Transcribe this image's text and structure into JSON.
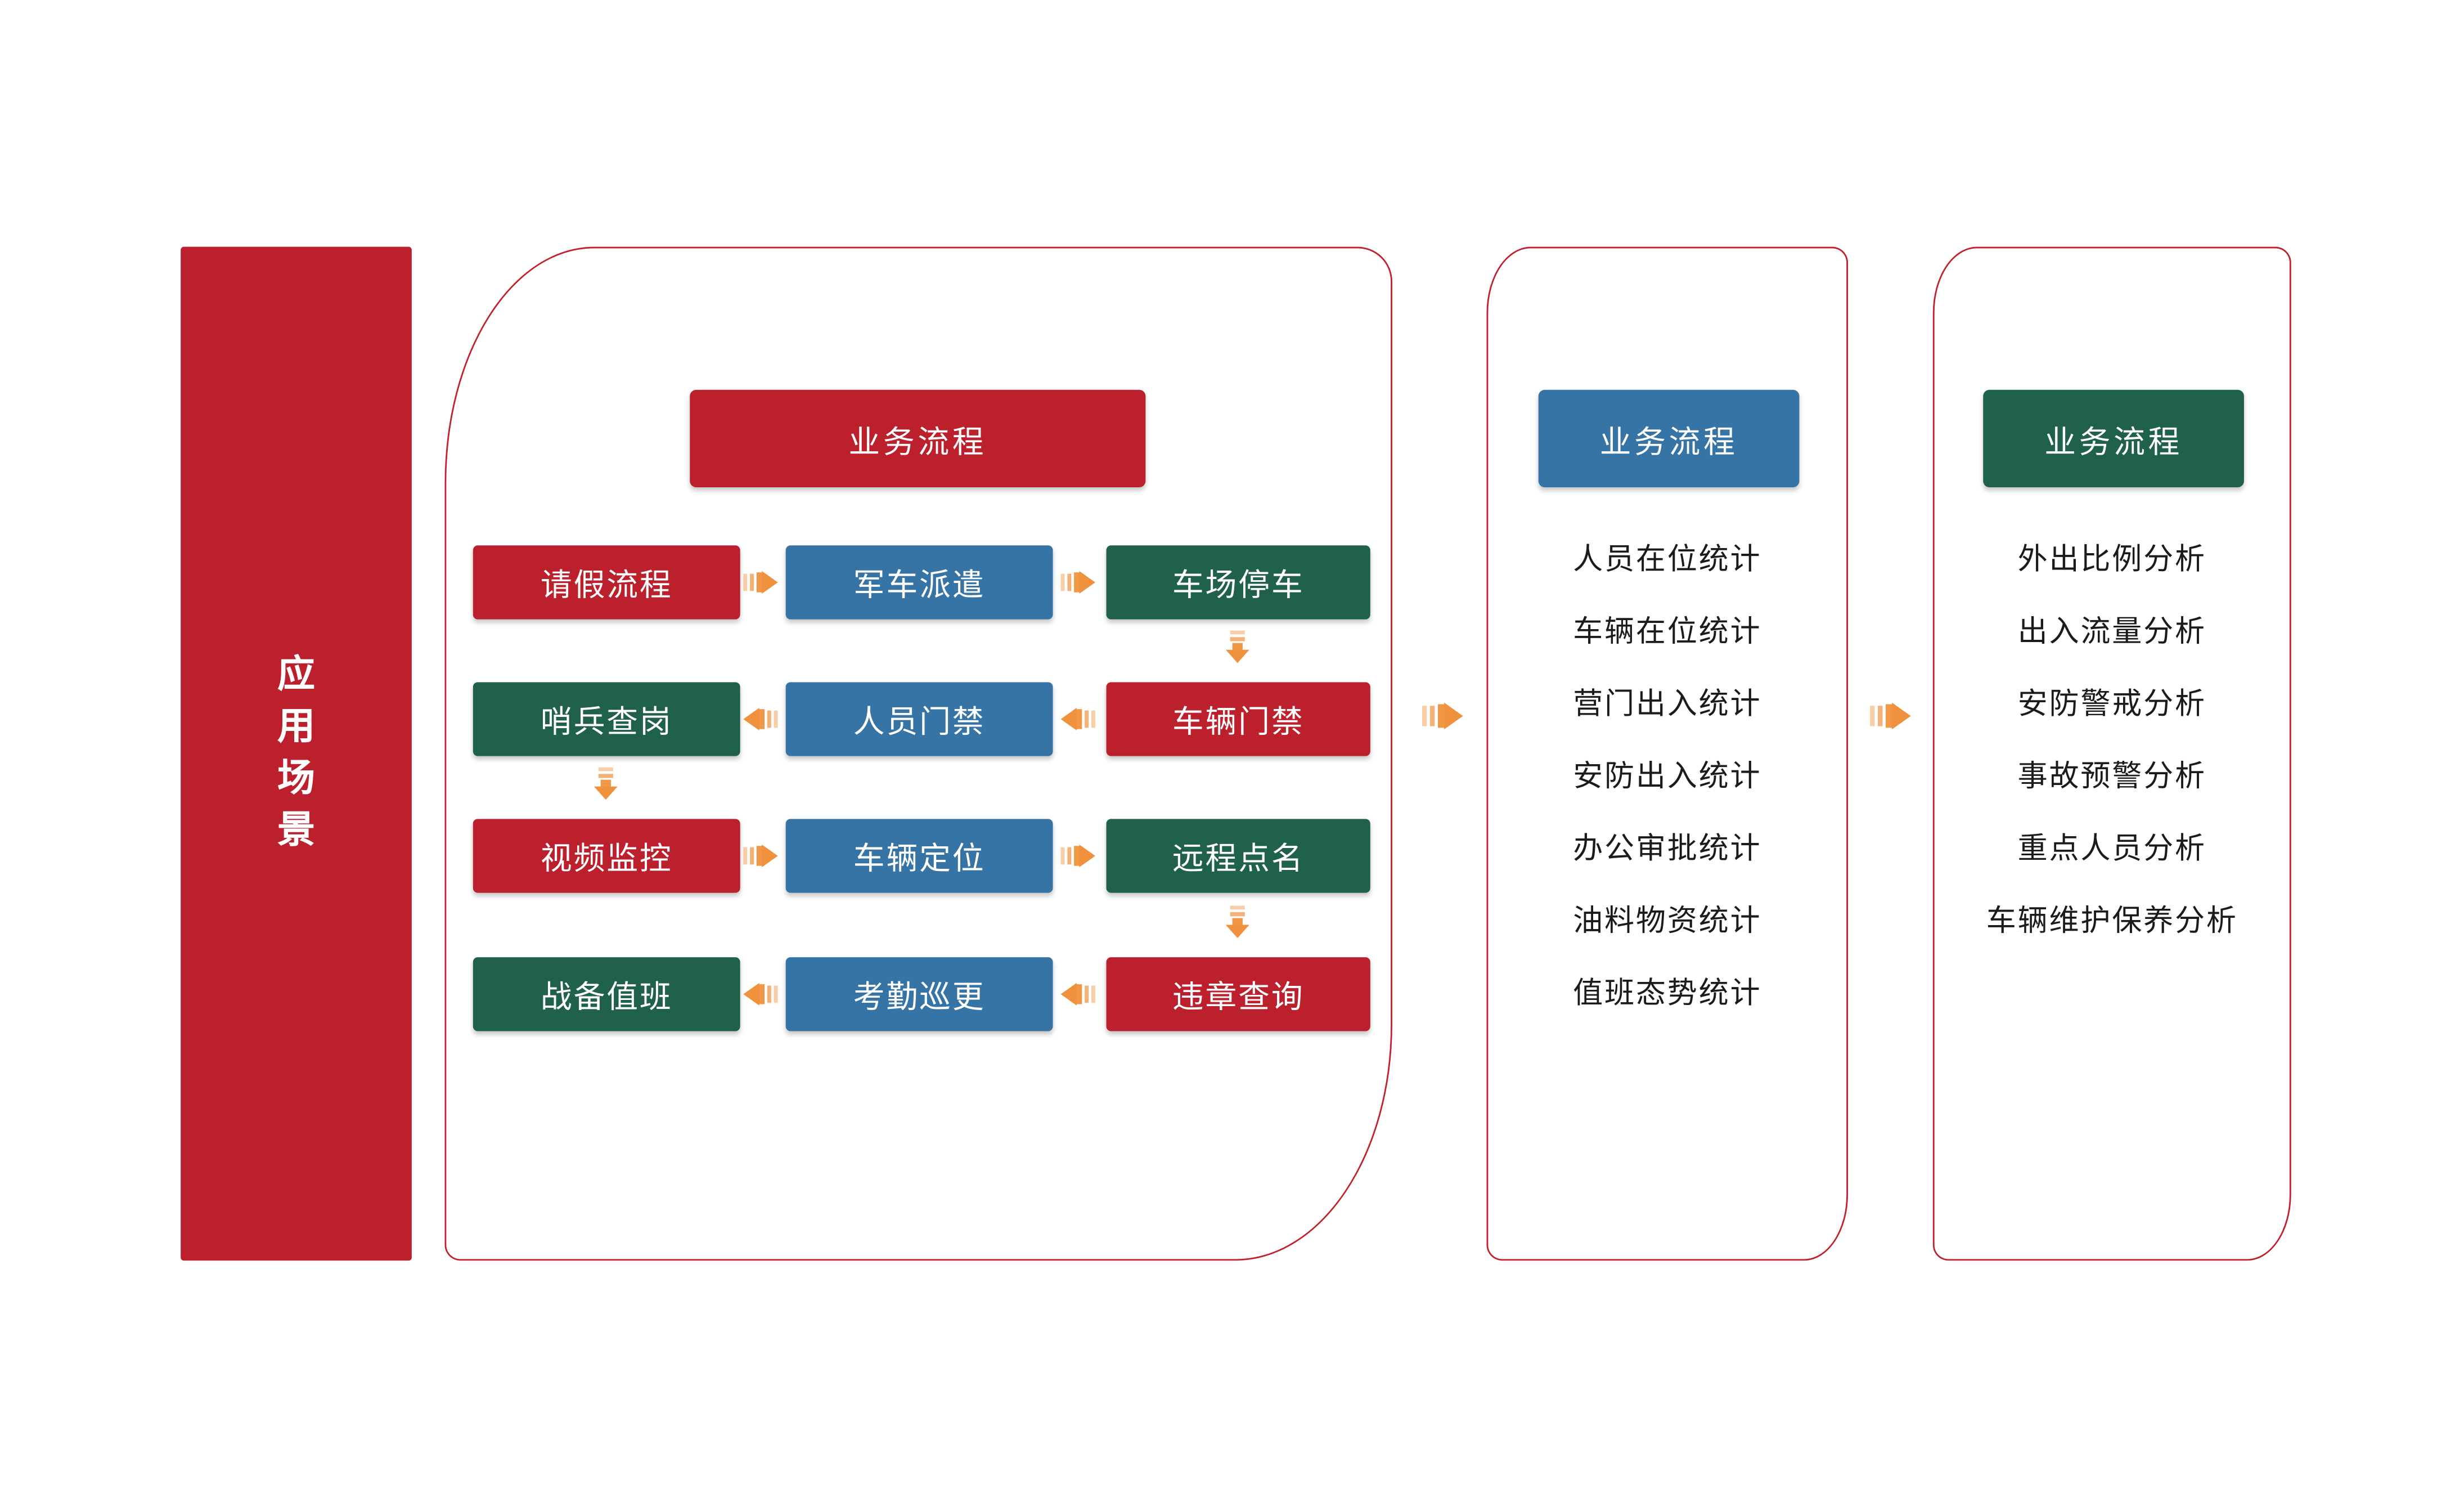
{
  "colors": {
    "red": "#BB202C",
    "green": "#20614A",
    "blue": "#3674A5",
    "orange": "#F0923D",
    "panel-border": "#C1202C",
    "text-dark": "#1B1B1B"
  },
  "banner": {
    "title": "应用场景",
    "chars": [
      "应",
      "用",
      "场",
      "景"
    ]
  },
  "flow_panel": {
    "header": "业务流程",
    "rows": [
      {
        "direction": "right",
        "cells": [
          {
            "label": "请假流程",
            "color": "red"
          },
          {
            "label": "军车派遣",
            "color": "blue"
          },
          {
            "label": "车场停车",
            "color": "green"
          }
        ]
      },
      {
        "direction": "left",
        "cells": [
          {
            "label": "哨兵查岗",
            "color": "green"
          },
          {
            "label": "人员门禁",
            "color": "blue"
          },
          {
            "label": "车辆门禁",
            "color": "red"
          }
        ]
      },
      {
        "direction": "right",
        "cells": [
          {
            "label": "视频监控",
            "color": "red"
          },
          {
            "label": "车辆定位",
            "color": "blue"
          },
          {
            "label": "远程点名",
            "color": "green"
          }
        ]
      },
      {
        "direction": "left",
        "cells": [
          {
            "label": "战备值班",
            "color": "green"
          },
          {
            "label": "考勤巡更",
            "color": "blue"
          },
          {
            "label": "违章查询",
            "color": "red"
          }
        ]
      }
    ],
    "down_connections": [
      "车场停车→车辆门禁",
      "哨兵查岗→视频监控",
      "远程点名→违章查询"
    ]
  },
  "stats_panel": {
    "header": "业务流程",
    "items": [
      "人员在位统计",
      "车辆在位统计",
      "营门出入统计",
      "安防出入统计",
      "办公审批统计",
      "油料物资统计",
      "值班态势统计"
    ]
  },
  "analysis_panel": {
    "header": "业务流程",
    "items": [
      "外出比例分析",
      "出入流量分析",
      "安防警戒分析",
      "事故预警分析",
      "重点人员分析",
      "车辆维护保养分析"
    ]
  }
}
